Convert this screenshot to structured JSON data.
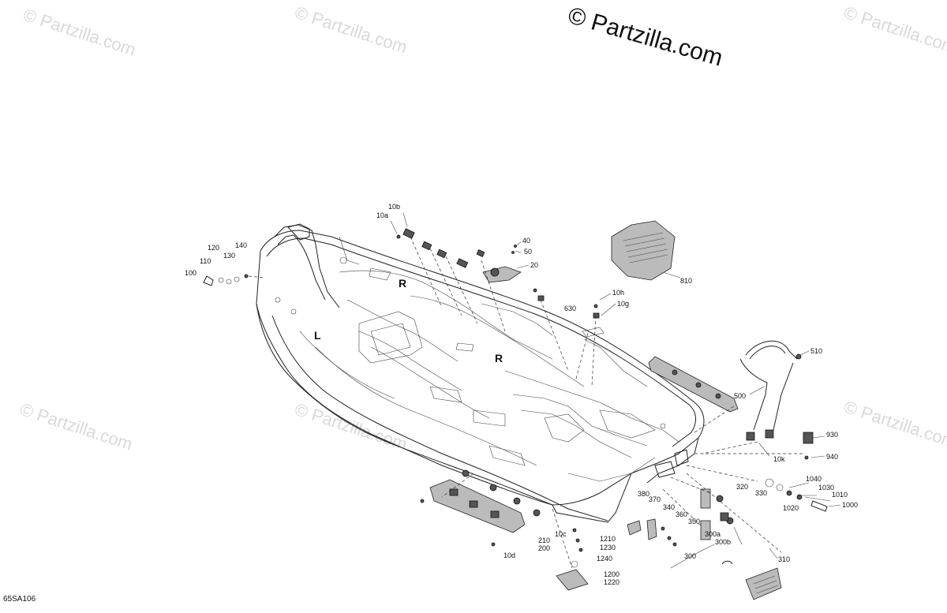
{
  "copyright": "© Partzilla.com",
  "watermark_text": "© Partzilla.com",
  "figure_id": "65SA106",
  "callouts": [
    {
      "id": "10b"
    },
    {
      "id": "10a"
    },
    {
      "id": "40"
    },
    {
      "id": "50"
    },
    {
      "id": "20"
    },
    {
      "id": "140"
    },
    {
      "id": "120"
    },
    {
      "id": "130"
    },
    {
      "id": "110"
    },
    {
      "id": "100"
    },
    {
      "id": "810"
    },
    {
      "id": "10h"
    },
    {
      "id": "10g"
    },
    {
      "id": "630"
    },
    {
      "id": "510"
    },
    {
      "id": "500"
    },
    {
      "id": "10k"
    },
    {
      "id": "930"
    },
    {
      "id": "940"
    },
    {
      "id": "1040"
    },
    {
      "id": "1030"
    },
    {
      "id": "1010"
    },
    {
      "id": "1020"
    },
    {
      "id": "1000"
    },
    {
      "id": "320"
    },
    {
      "id": "330"
    },
    {
      "id": "380"
    },
    {
      "id": "370"
    },
    {
      "id": "340"
    },
    {
      "id": "360"
    },
    {
      "id": "350"
    },
    {
      "id": "300a"
    },
    {
      "id": "300b"
    },
    {
      "id": "300"
    },
    {
      "id": "310"
    },
    {
      "id": "1210"
    },
    {
      "id": "1230"
    },
    {
      "id": "1240"
    },
    {
      "id": "1200"
    },
    {
      "id": "1220"
    },
    {
      "id": "210"
    },
    {
      "id": "200"
    },
    {
      "id": "10c"
    },
    {
      "id": "10d"
    }
  ],
  "hull_markings": [
    "R",
    "R",
    "L"
  ]
}
